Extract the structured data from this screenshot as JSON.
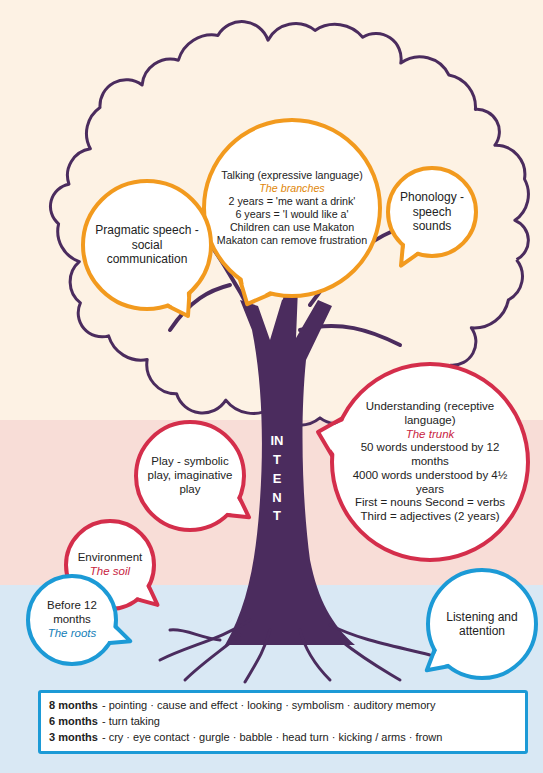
{
  "diagram": {
    "nodes": [
      {
        "text": [
          "Talking (expressive language)",
          "The branches",
          "2 years = 'me want a drink'",
          "6 years = 'I would like a'",
          "Children can use Makaton",
          "Makaton can remove frustration"
        ]
      },
      {
        "text": [
          "Pragmatic speech - social communication"
        ]
      },
      {
        "text": [
          "Phonology - speech sounds"
        ]
      },
      {
        "text": [
          "Understanding (receptive language)",
          "The trunk",
          "50 words understood by 12 months",
          "4000 words understood by 4½ years",
          "First = nouns  Second = verbs",
          "Third = adjectives (2 years)"
        ]
      },
      {
        "text": [
          "Play - symbolic play, imaginative play"
        ]
      },
      {
        "text": [
          "Environment",
          "The soil"
        ]
      },
      {
        "text": [
          "Listening and attention"
        ]
      },
      {
        "text": [
          "Before 12 months",
          "The roots"
        ]
      },
      {
        "text": [
          "8 months",
          "- pointing · cause and effect · looking · symbolism · auditory memory",
          "6 months",
          "- turn taking",
          "3 months",
          "- cry · eye contact · gurgle · babble · head turn · kicking / arms · frown"
        ]
      }
    ],
    "labels": [
      "INTENT"
    ]
  }
}
